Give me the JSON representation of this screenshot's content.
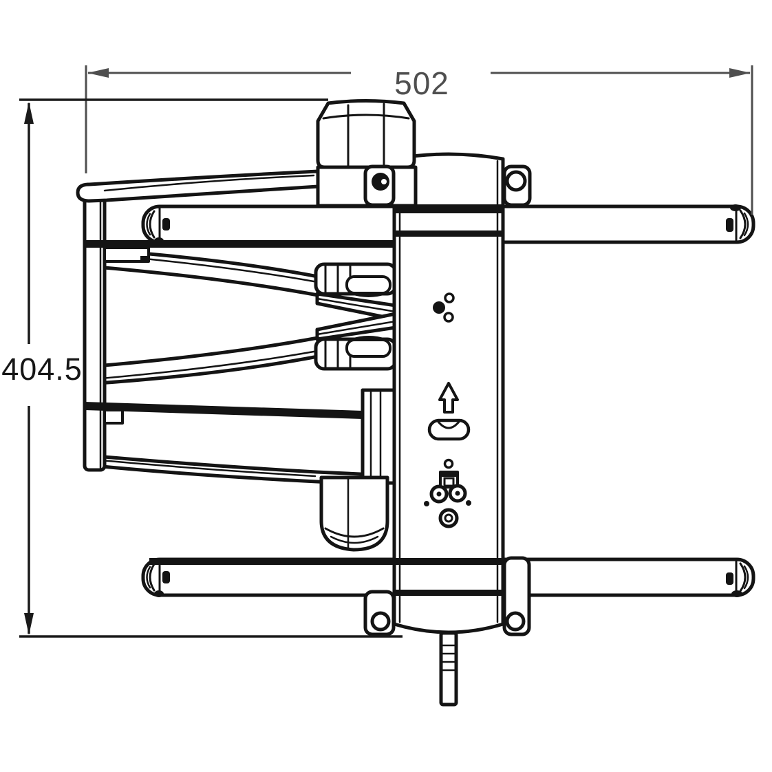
{
  "drawing": {
    "type": "technical-line-drawing",
    "subject": "articulating TV wall mount, top view",
    "dimensions": {
      "width": {
        "label": "502"
      },
      "height": {
        "label": "404.5"
      }
    },
    "colors": {
      "line": "#141414",
      "dimension_width": "#4f4f4f",
      "dimension_height": "#1a1a1a",
      "background": "#ffffff"
    },
    "icons": [
      {
        "name": "alignment-dots-icon"
      },
      {
        "name": "arrow-up-icon"
      },
      {
        "name": "cable-slot-icon"
      },
      {
        "name": "connector-port-icon"
      },
      {
        "name": "screw-hole-cluster-icon"
      }
    ]
  }
}
